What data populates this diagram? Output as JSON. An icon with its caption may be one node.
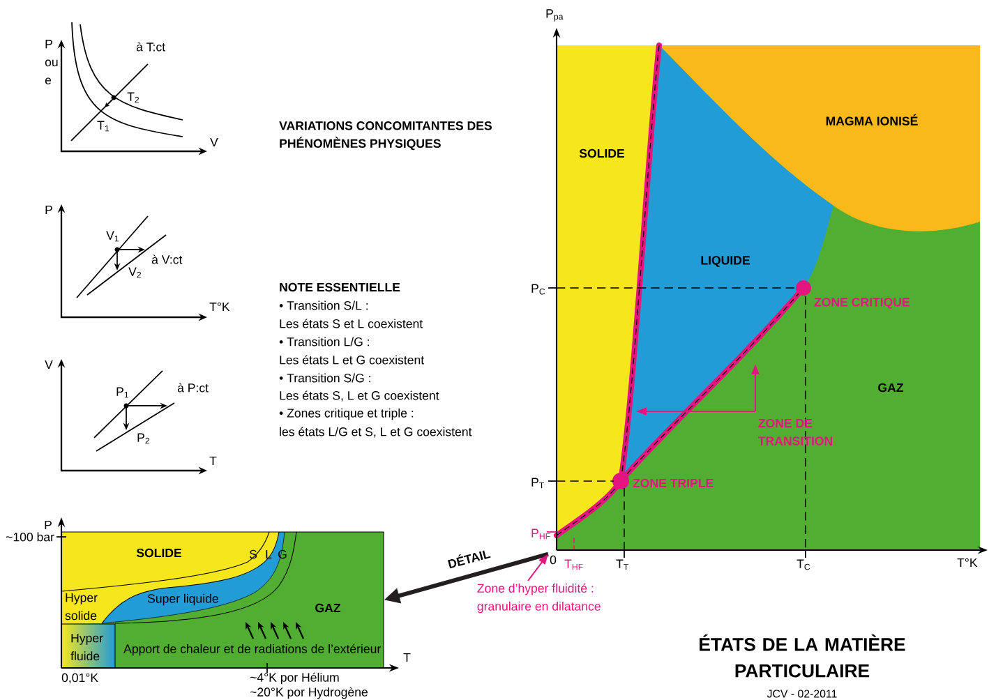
{
  "diagram": {
    "title": "ÉTATS DE LA MATIÈRE PARTICULAIRE",
    "nodes": [
      {
        "text": [],
        "shape": "box",
        "beside": [
          "~100 bar",
          "0,01°K",
          "~4°K por Hélium",
          "~20°K por Hydrogène"
        ]
      },
      {
        "text": [
          "ZONE DE TRANSITION"
        ]
      },
      {
        "text": [
          "Zone d’hyper fluidité : granulaire en dilatance"
        ]
      },
      {
        "text": [
          "0"
        ]
      }
    ],
    "edges": [
      {
        "from": 3,
        "to": 0,
        "arrow": "to",
        "label": "DÉTAIL",
        "style": "thick",
        "color": "#231f20"
      },
      {
        "from": 1,
        "to": null,
        "arrow": "to"
      },
      {
        "from": 1,
        "to": null,
        "arrow": "to"
      },
      {
        "from": 2,
        "to": 3,
        "arrow": "to"
      }
    ],
    "labels": [
      "P ou e",
      "à T:ct",
      "T$_{2}$",
      "T$_{1}$",
      "V",
      "VARIATIONS CONCOMITANTES DES PHÉNOMÈNES PHYSIQUES",
      "P",
      "V$_{1}$",
      "à V:ct",
      "V$_{2}$",
      "T°K",
      "NOTE ESSENTIELLE",
      "• Transition S/L :",
      "Les états S et L coexistent",
      "• Transition L/G :",
      "Les états L et G coexistent",
      "• Transition S/G :",
      "Les états S, L et G coexistent",
      "• Zones critique et triple :",
      "les états L/G et S, L et G coexistent",
      "V",
      "à P:ct",
      "P$_{1}$",
      "P$_{2}$",
      "T",
      "P$_{pa}$",
      "SOLIDE",
      "MAGMA IONISÉ",
      "LIQUIDE",
      "P$_{C}$",
      "ZONE CRITIQUE",
      "GAZ",
      "P$_{T}$",
      "ZONE TRIPLE",
      "P$_{HF}$",
      "T$_{HF}$",
      "T$_{T}$",
      "T$_{C}$",
      "T°K",
      "P",
      "SOLIDE",
      "S",
      "L",
      "G",
      "Hyper solide",
      "Super liquide",
      "GAZ",
      "Hyper fluide",
      "Apport de chaleur et de radiations de l’extérieur",
      "T",
      "JCV - 02-2011"
    ]
  }
}
